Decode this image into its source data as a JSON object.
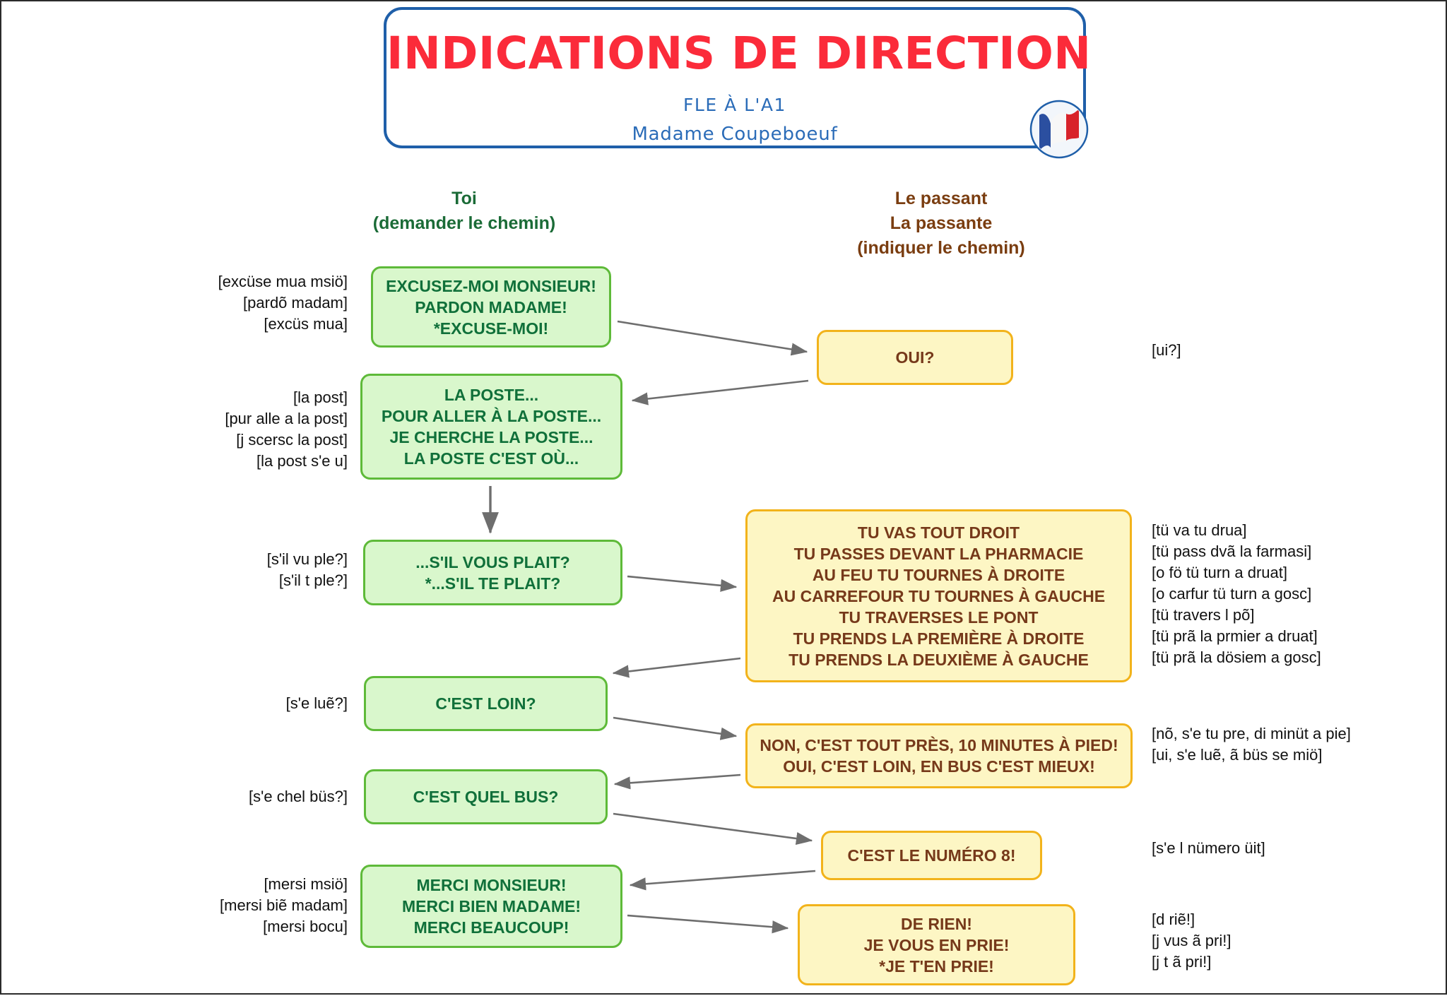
{
  "header": {
    "title": "INDICATIONS DE DIRECTION",
    "subtitle_level": "FLE À L'A1",
    "subtitle_author": "Madame Coupeboeuf",
    "flag_icon": "french-flag-icon"
  },
  "columns": {
    "left": {
      "title": "Toi",
      "subtitle": "(demander le chemin)",
      "color": "#1b6b37"
    },
    "right": {
      "title_masculine": "Le passant",
      "title_feminine": "La passante",
      "subtitle": "(indiquer le chemin)",
      "color": "#7a3d10"
    }
  },
  "colors": {
    "title_red": "#fb2b3a",
    "banner_blue": "#1f5fa9",
    "subtitle_blue": "#2b6cb8",
    "green_fill": "#d9f7cc",
    "green_border": "#5eba39",
    "green_text": "#10703a",
    "yellow_fill": "#fdf6c4",
    "yellow_border": "#f2b31b",
    "yellow_text": "#76391a",
    "arrow_gray": "#6e6e6e"
  },
  "boxes": {
    "excusez": {
      "side": "left",
      "lines": [
        "EXCUSEZ-MOI MONSIEUR!",
        "PARDON MADAME!",
        "*EXCUSE-MOI!"
      ],
      "phonetics": [
        "[excüse mua msiö]",
        "[pardõ madam]",
        "[excüs mua]"
      ]
    },
    "oui": {
      "side": "right",
      "lines": [
        "OUI?"
      ],
      "phonetics": [
        "[ui?]"
      ]
    },
    "poste": {
      "side": "left",
      "lines": [
        "LA POSTE...",
        "POUR ALLER À LA POSTE...",
        "JE CHERCHE LA POSTE...",
        "LA POSTE C'EST OÙ..."
      ],
      "phonetics": [
        "[la post]",
        "[pur alle a la post]",
        "[j scersc la post]",
        "[la post s'e u]"
      ]
    },
    "svp": {
      "side": "left",
      "lines": [
        "...S'IL VOUS PLAIT?",
        "*...S'IL TE PLAIT?"
      ],
      "phonetics": [
        "[s'il vu ple?]",
        "[s'il t ple?]"
      ]
    },
    "directions": {
      "side": "right",
      "lines": [
        "TU VAS TOUT DROIT",
        "TU PASSES DEVANT LA PHARMACIE",
        "AU FEU TU TOURNES À DROITE",
        "AU CARREFOUR TU TOURNES À GAUCHE",
        "TU TRAVERSES LE PONT",
        "TU PRENDS LA PREMIÈRE À DROITE",
        "TU PRENDS LA DEUXIÈME À GAUCHE"
      ],
      "phonetics": [
        "[tü va tu drua]",
        "[tü pass dvã la farmasi]",
        "[o fö tü turn a druat]",
        "[o carfur tü turn a gosc]",
        "[tü travers l põ]",
        "[tü prã la prmier a druat]",
        "[tü prã la dösiem a gosc]"
      ]
    },
    "loin": {
      "side": "left",
      "lines": [
        "C'EST LOIN?"
      ],
      "phonetics": [
        "[s'e luẽ?]"
      ]
    },
    "nonoui": {
      "side": "right",
      "lines": [
        "NON, C'EST TOUT PRÈS, 10 MINUTES À PIED!",
        "OUI, C'EST LOIN, EN BUS C'EST MIEUX!"
      ],
      "phonetics": [
        "[nõ, s'e tu pre, di minüt a pie]",
        "[ui, s'e luẽ, ã büs se miö]"
      ]
    },
    "quelbus": {
      "side": "left",
      "lines": [
        "C'EST QUEL BUS?"
      ],
      "phonetics": [
        "[s'e chel büs?]"
      ]
    },
    "numero": {
      "side": "right",
      "lines": [
        "C'EST LE NUMÉRO 8!"
      ],
      "phonetics": [
        "[s'e l nümero üit]"
      ]
    },
    "merci": {
      "side": "left",
      "lines": [
        "MERCI MONSIEUR!",
        "MERCI BIEN MADAME!",
        "MERCI BEAUCOUP!"
      ],
      "phonetics": [
        "[mersi msiö]",
        "[mersi biẽ madam]",
        "[mersi bocu]"
      ]
    },
    "derien": {
      "side": "right",
      "lines": [
        "DE RIEN!",
        "JE VOUS EN PRIE!",
        "*JE T'EN PRIE!"
      ],
      "phonetics": [
        "[d riẽ!]",
        "[j vus ã pri!]",
        "[j t ã pri!]"
      ]
    }
  }
}
